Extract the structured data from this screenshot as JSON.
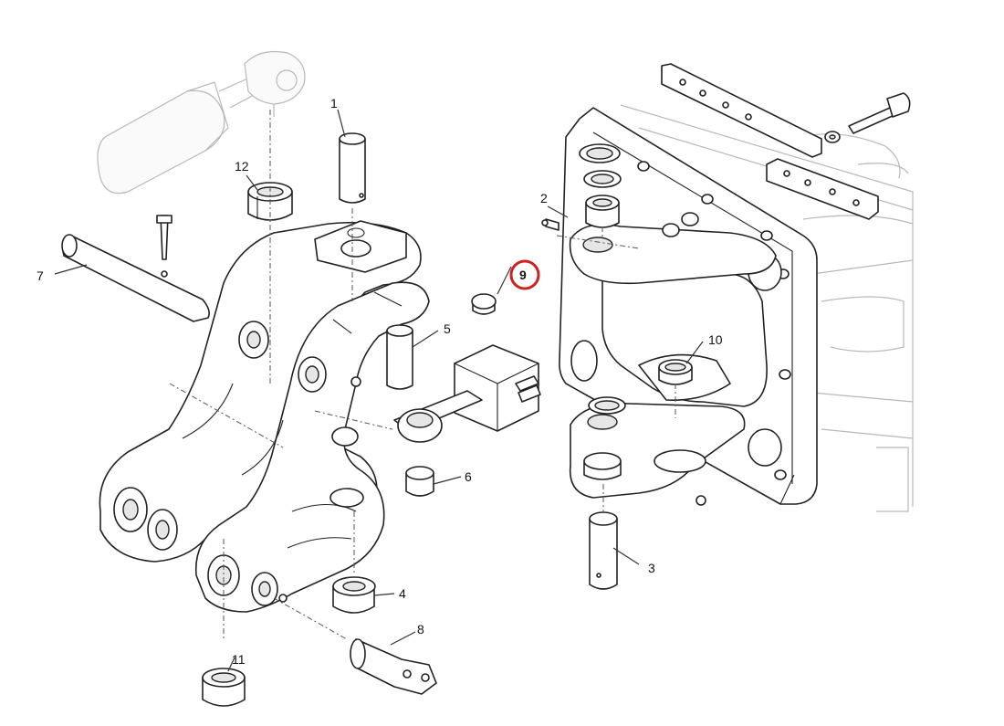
{
  "callouts": [
    {
      "id": "c1",
      "label": "1"
    },
    {
      "id": "c2",
      "label": "2"
    },
    {
      "id": "c3",
      "label": "3"
    },
    {
      "id": "c4",
      "label": "4"
    },
    {
      "id": "c5",
      "label": "5"
    },
    {
      "id": "c6",
      "label": "6"
    },
    {
      "id": "c7",
      "label": "7"
    },
    {
      "id": "c8",
      "label": "8"
    },
    {
      "id": "c9",
      "label": "9"
    },
    {
      "id": "c10",
      "label": "10"
    },
    {
      "id": "c11",
      "label": "11"
    },
    {
      "id": "c12",
      "label": "12"
    }
  ],
  "highlight": {
    "label": "9",
    "color": "#cc2222"
  }
}
